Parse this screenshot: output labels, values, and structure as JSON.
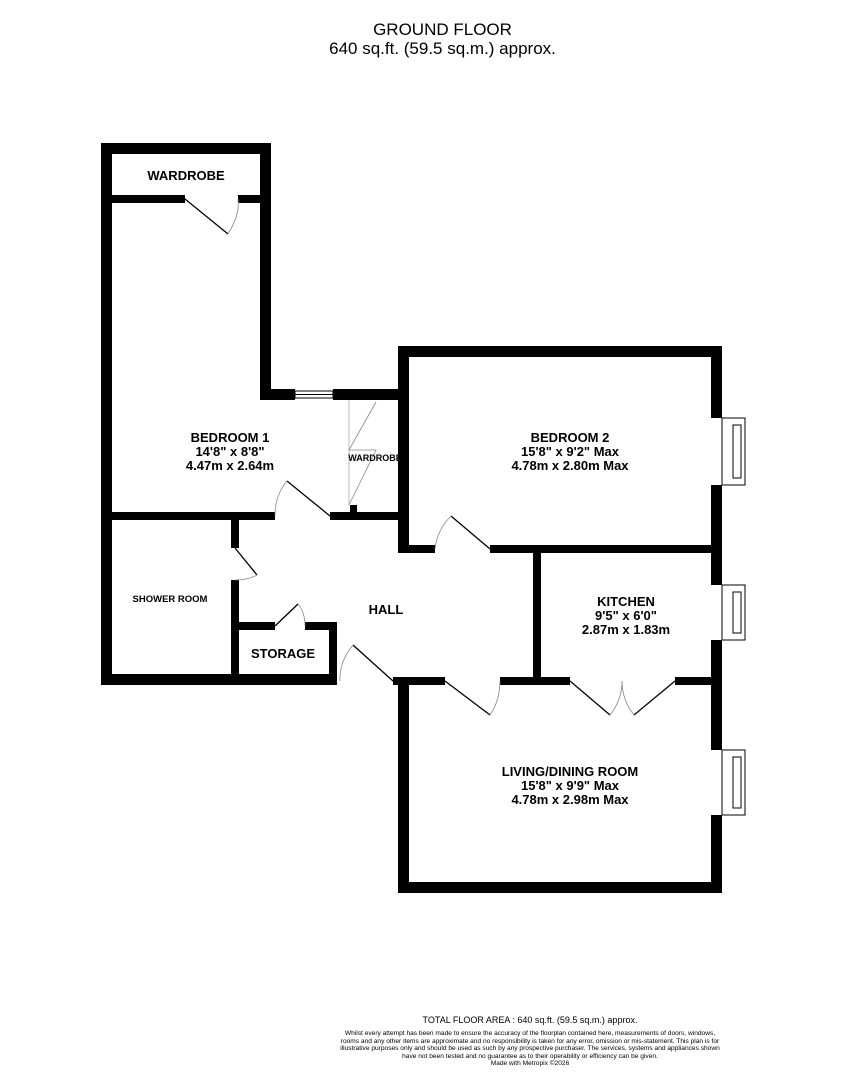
{
  "header": {
    "title": "GROUND FLOOR",
    "area": "640 sq.ft. (59.5 sq.m.) approx."
  },
  "rooms": {
    "wardrobe_top": {
      "name": "WARDROBE"
    },
    "bedroom1": {
      "name": "BEDROOM 1",
      "imperial": "14'8\"  x 8'8\"",
      "metric": "4.47m  x 2.64m"
    },
    "wardrobe_side": {
      "name": "WARDROBE"
    },
    "bedroom2": {
      "name": "BEDROOM 2",
      "imperial": "15'8\"  x 9'2\" Max",
      "metric": "4.78m  x 2.80m Max"
    },
    "shower": {
      "name": "SHOWER ROOM"
    },
    "hall": {
      "name": "HALL"
    },
    "storage": {
      "name": "STORAGE"
    },
    "kitchen": {
      "name": "KITCHEN",
      "imperial": "9'5\"  x 6'0\"",
      "metric": "2.87m  x 1.83m"
    },
    "living": {
      "name": "LIVING/DINING ROOM",
      "imperial": "15'8\"  x 9'9\" Max",
      "metric": "4.78m  x 2.98m Max"
    }
  },
  "footer": {
    "total": "TOTAL FLOOR AREA : 640 sq.ft. (59.5 sq.m.) approx.",
    "disclaimer": "Whilst every attempt has been made to ensure the accuracy of the floorplan contained here, measurements of doors, windows, rooms and any other items are approximate and no responsibility is taken for any error, omission or mis-statement. This plan is for illustrative purposes only and should be used as such by any prospective purchaser. The services, systems and appliances shown have not been tested and no guarantee as to their operability or efficiency can be given.",
    "credit": "Made with Metropix ©2026"
  }
}
